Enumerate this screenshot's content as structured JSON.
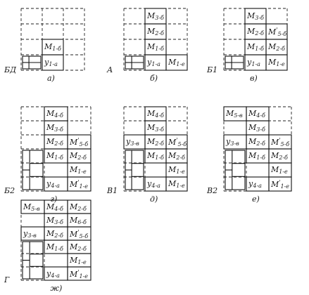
{
  "panels": [
    {
      "id": "a",
      "caption": "а)",
      "side_label": "БД",
      "cells": [
        {
          "col": 1,
          "row": 3,
          "text": "М1-б"
        },
        {
          "col": 1,
          "row": 4,
          "text": "у1-а"
        }
      ]
    },
    {
      "id": "b",
      "caption": "б)",
      "side_label": "А",
      "cells": [
        {
          "col": 1,
          "row": 1,
          "text": "М3-б"
        },
        {
          "col": 1,
          "row": 2,
          "text": "М2-б"
        },
        {
          "col": 1,
          "row": 3,
          "text": "М1-б"
        },
        {
          "col": 1,
          "row": 4,
          "text": "у1-а"
        },
        {
          "col": 2,
          "row": 4,
          "text": "М1-е"
        }
      ]
    },
    {
      "id": "v",
      "caption": "в)",
      "side_label": "Б1",
      "cells": [
        {
          "col": 1,
          "row": 1,
          "text": "М3-б"
        },
        {
          "col": 1,
          "row": 2,
          "text": "М2-б"
        },
        {
          "col": 2,
          "row": 2,
          "text": "М'5-б"
        },
        {
          "col": 1,
          "row": 3,
          "text": "М1-б"
        },
        {
          "col": 2,
          "row": 3,
          "text": "М2-б"
        },
        {
          "col": 1,
          "row": 4,
          "text": "у1-а"
        },
        {
          "col": 2,
          "row": 4,
          "text": "М1-е"
        }
      ]
    },
    {
      "id": "g",
      "caption": "г)",
      "side_label": "Б2",
      "cells": [
        {
          "col": 1,
          "row": 0,
          "text": "М4-б"
        },
        {
          "col": 1,
          "row": 1,
          "text": "М3-б"
        },
        {
          "col": 1,
          "row": 2,
          "text": "М2-б"
        },
        {
          "col": 2,
          "row": 2,
          "text": "М'5-б"
        },
        {
          "col": 1,
          "row": 3,
          "text": "М1-б"
        },
        {
          "col": 2,
          "row": 3,
          "text": "М2-б"
        },
        {
          "col": 2,
          "row": 4,
          "text": "М1-е"
        },
        {
          "col": 1,
          "row": 5,
          "text": "у4-а"
        },
        {
          "col": 2,
          "row": 5,
          "text": "М'1-е"
        }
      ]
    },
    {
      "id": "d",
      "caption": "д)",
      "side_label": "В1",
      "cells": [
        {
          "col": 1,
          "row": 0,
          "text": "М4-б"
        },
        {
          "col": 1,
          "row": 1,
          "text": "М3-б"
        },
        {
          "col": 0,
          "row": 2,
          "text": "у3-в"
        },
        {
          "col": 1,
          "row": 2,
          "text": "М2-б"
        },
        {
          "col": 2,
          "row": 2,
          "text": "М'5-б"
        },
        {
          "col": 1,
          "row": 3,
          "text": "М1-б"
        },
        {
          "col": 2,
          "row": 3,
          "text": "М2-б"
        },
        {
          "col": 2,
          "row": 4,
          "text": "М1-е"
        },
        {
          "col": 1,
          "row": 5,
          "text": "у4-а"
        },
        {
          "col": 2,
          "row": 5,
          "text": "М1-е"
        }
      ]
    },
    {
      "id": "e",
      "caption": "е)",
      "side_label": "В2",
      "cells": [
        {
          "col": 0,
          "row": 0,
          "text": "М5-в"
        },
        {
          "col": 1,
          "row": 0,
          "text": "М4-б"
        },
        {
          "col": 1,
          "row": 1,
          "text": "М3-б"
        },
        {
          "col": 0,
          "row": 2,
          "text": "у3-в"
        },
        {
          "col": 1,
          "row": 2,
          "text": "М2-б"
        },
        {
          "col": 2,
          "row": 2,
          "text": "М'5-б"
        },
        {
          "col": 1,
          "row": 3,
          "text": "М1-б"
        },
        {
          "col": 2,
          "row": 3,
          "text": "М2-б"
        },
        {
          "col": 2,
          "row": 4,
          "text": "М1-е"
        },
        {
          "col": 1,
          "row": 5,
          "text": "у4-а"
        },
        {
          "col": 2,
          "row": 5,
          "text": "М'1-е"
        }
      ]
    },
    {
      "id": "zh",
      "caption": "ж)",
      "side_label": "Г",
      "cells": [
        {
          "col": 0,
          "row": 0,
          "text": "М5-в"
        },
        {
          "col": 1,
          "row": 0,
          "text": "М4-б"
        },
        {
          "col": 2,
          "row": 0,
          "text": "М2-б"
        },
        {
          "col": 1,
          "row": 1,
          "text": "М3-б"
        },
        {
          "col": 2,
          "row": 1,
          "text": "М6-б"
        },
        {
          "col": 0,
          "row": 2,
          "text": "у3-в"
        },
        {
          "col": 1,
          "row": 2,
          "text": "М2-б"
        },
        {
          "col": 2,
          "row": 2,
          "text": "М'5-б"
        },
        {
          "col": 1,
          "row": 3,
          "text": "М1-б"
        },
        {
          "col": 2,
          "row": 3,
          "text": "М2-б"
        },
        {
          "col": 2,
          "row": 4,
          "text": "М1-е"
        },
        {
          "col": 1,
          "row": 5,
          "text": "у4-а"
        },
        {
          "col": 2,
          "row": 5,
          "text": "М'1-е"
        }
      ]
    }
  ]
}
